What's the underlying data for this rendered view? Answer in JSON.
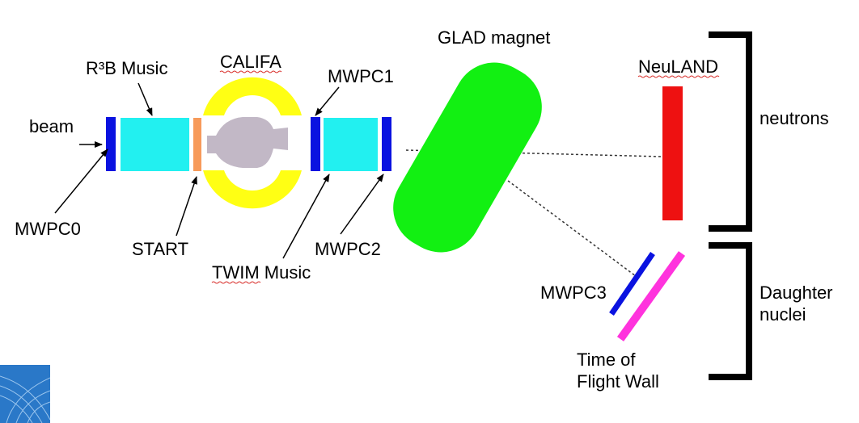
{
  "labels": {
    "beam": "beam",
    "r3b_music": "R³B Music",
    "califa": "CALIFA",
    "mwpc1": "MWPC1",
    "glad_magnet": "GLAD magnet",
    "neuland": "NeuLAND",
    "neutrons": "neutrons",
    "mwpc0": "MWPC0",
    "start": "START",
    "mwpc2": "MWPC2",
    "twim_music": "TWIM Music",
    "mwpc3": "MWPC3",
    "daughter_line1": "Daughter",
    "daughter_line2": "nuclei",
    "tof_line1": "Time of",
    "tof_line2": "Flight Wall"
  },
  "colors": {
    "mwpc": "#0a12e0",
    "music_chamber": "#22f0f0",
    "start_detector": "#f79a5a",
    "califa": "#ffff14",
    "target": "#c2b8c6",
    "glad": "#12f012",
    "neuland": "#ee1111",
    "tof_wall": "#ff33dd",
    "bracket": "#000000",
    "logo": "#2a78c8"
  }
}
